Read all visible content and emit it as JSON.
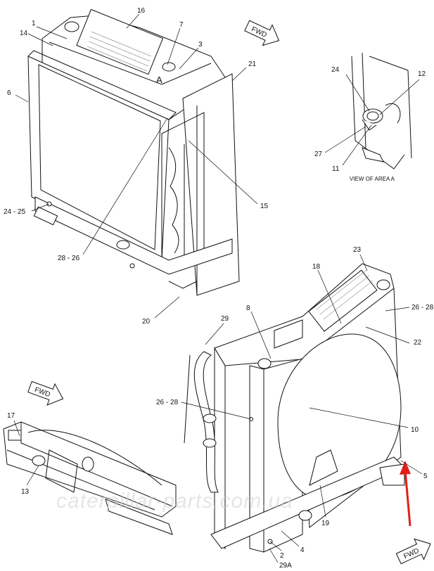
{
  "diagram": {
    "view_label": "VIEW OF AREA A",
    "area_marker": "A",
    "watermark": "caterpillar-parts.com.ua",
    "fwd_label": "FWD",
    "callouts": {
      "c1": "1",
      "c14": "14",
      "c16": "16",
      "c7": "7",
      "c3": "3",
      "c6": "6",
      "c21": "21",
      "c24": "24",
      "c12": "12",
      "c27": "27",
      "c11": "11",
      "c15": "15",
      "c24_25": "24 - 25",
      "c28_26": "28 - 26",
      "c20": "20",
      "c23": "23",
      "c18": "18",
      "c26_28_top": "26 - 28",
      "c8": "8",
      "c22": "22",
      "c29": "29",
      "c26_28_left": "26 - 28",
      "c10": "10",
      "c17": "17",
      "c13": "13",
      "c5": "5",
      "c19": "19",
      "c2": "2",
      "c4": "4",
      "c29A": "29A"
    },
    "colors": {
      "line": "#111111",
      "arrow": "#e0201a",
      "watermark": "#cfcfcf"
    }
  }
}
